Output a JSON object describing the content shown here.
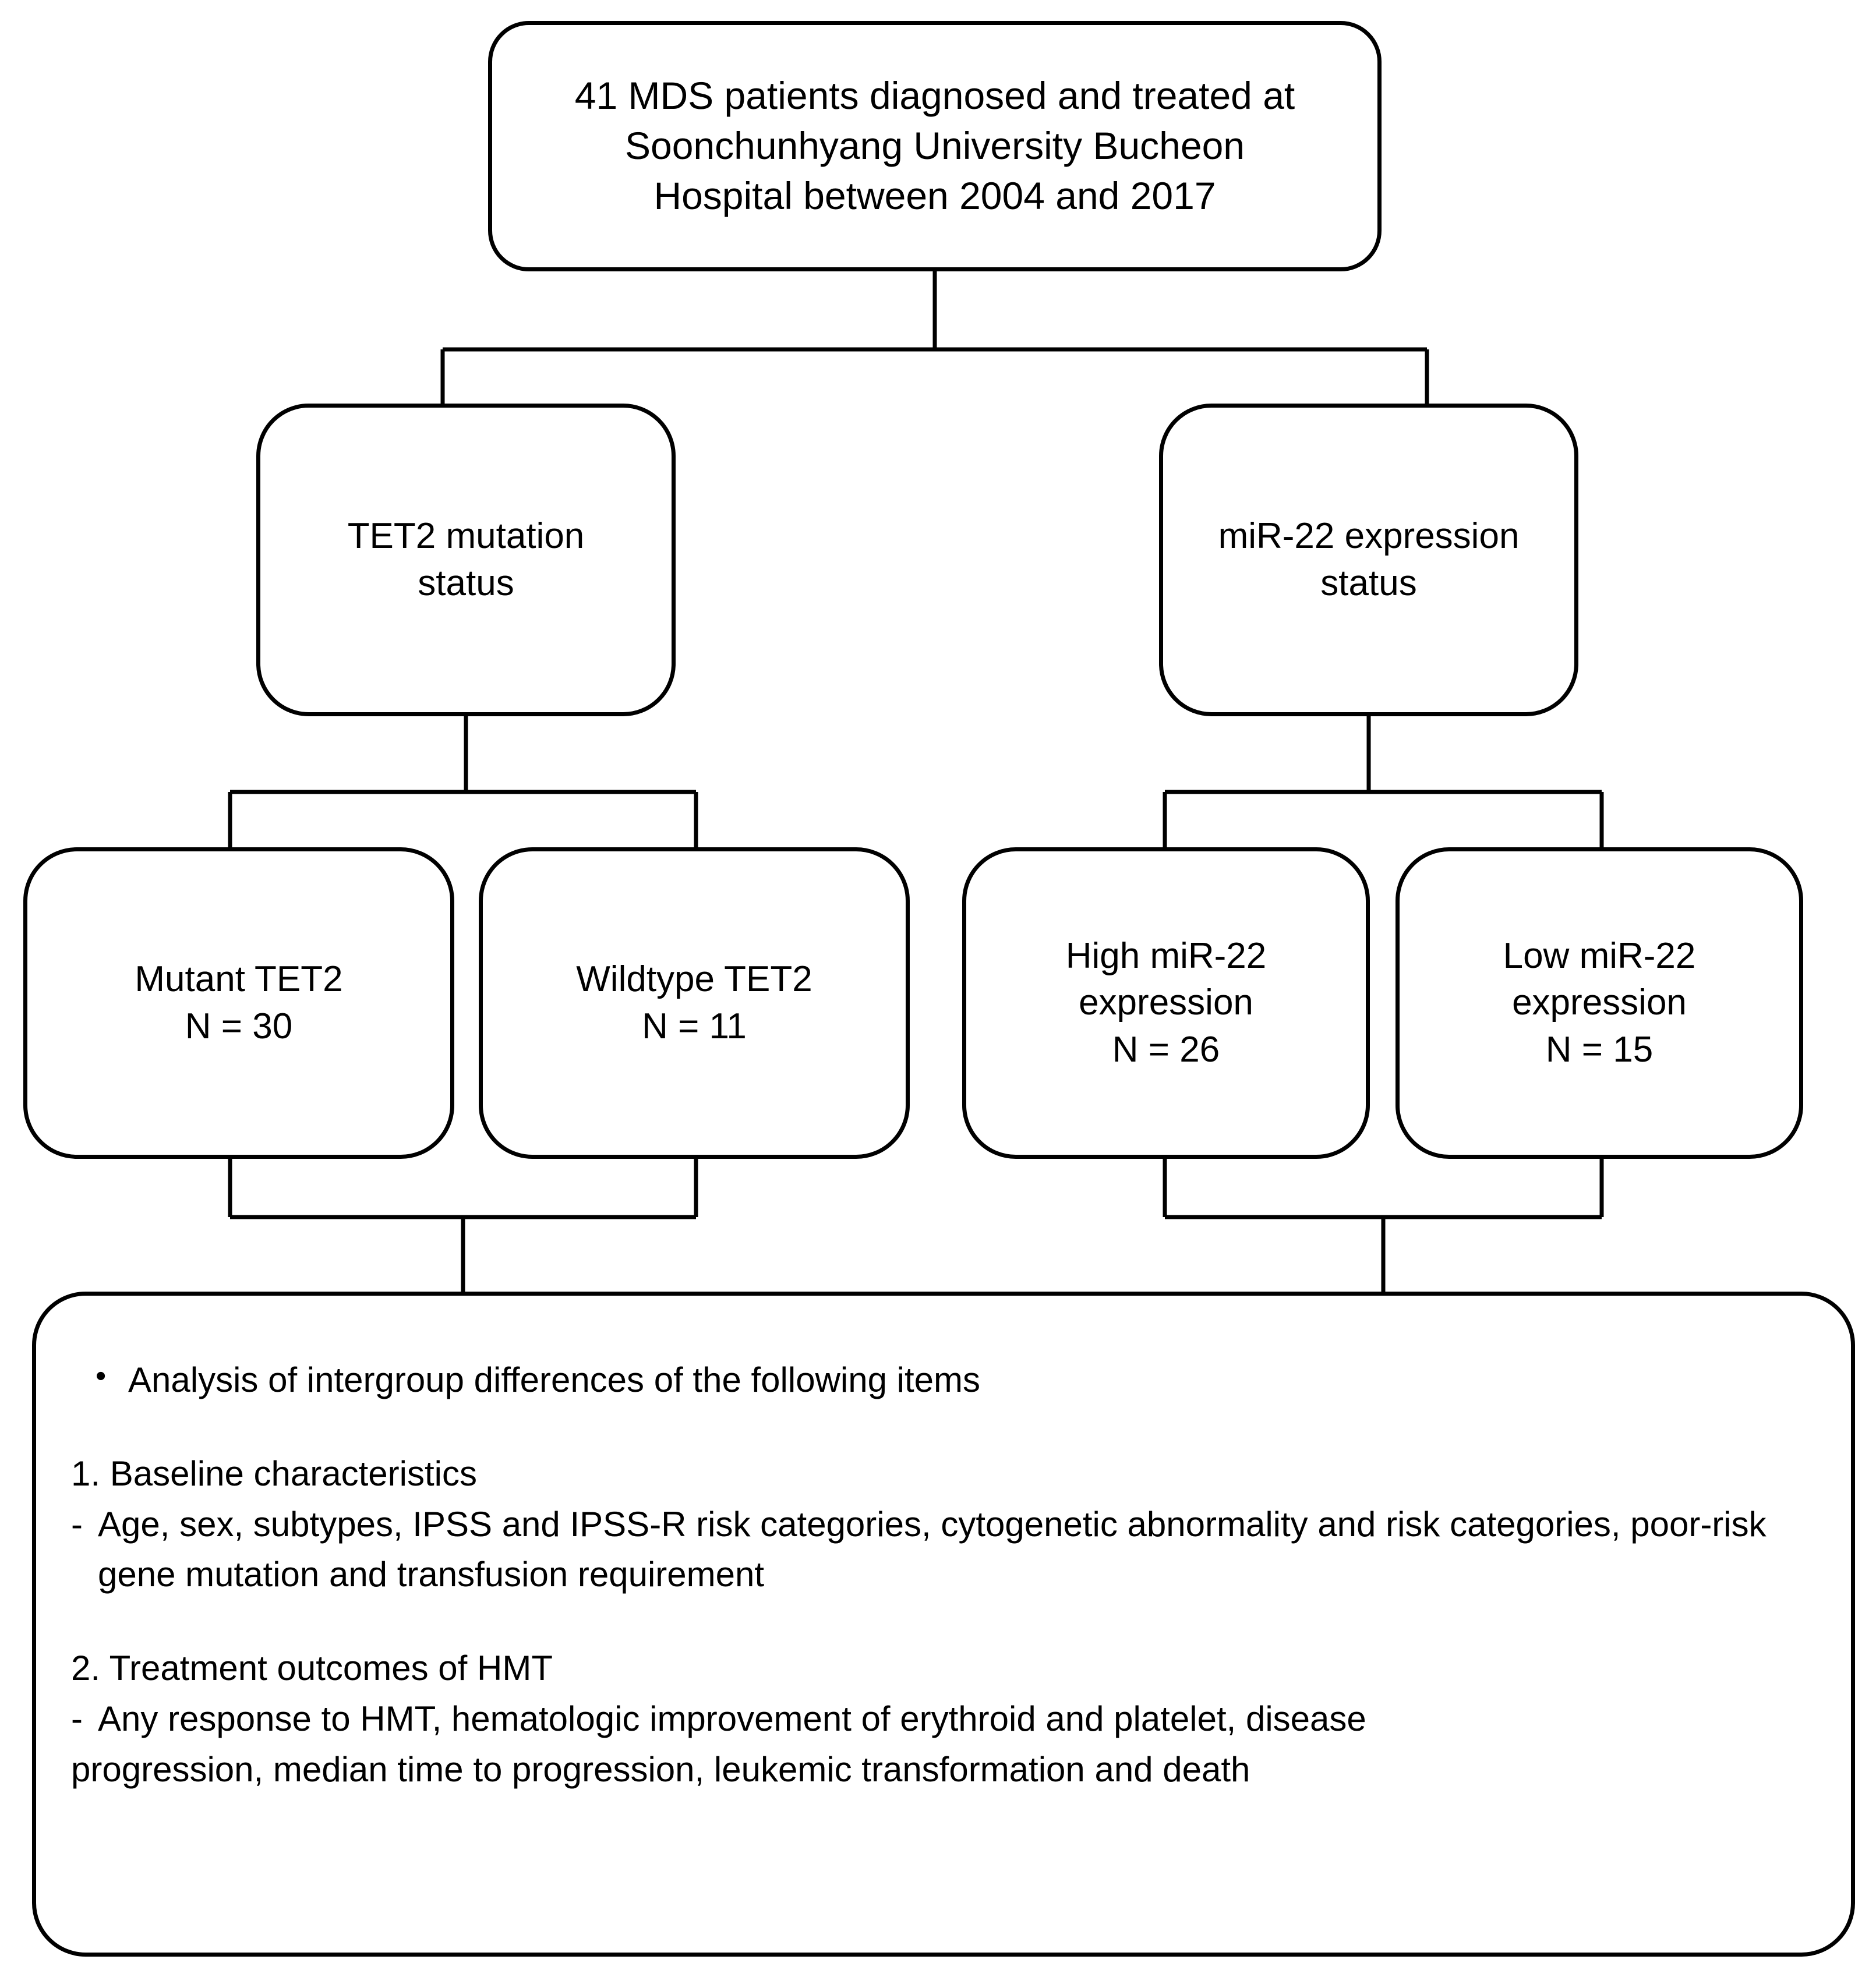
{
  "diagram": {
    "title_node": {
      "label": "41 MDS patients diagnosed and treated at\nSoonchunhyang University Bucheon\nHospital between 2004 and 2017"
    },
    "level2": [
      {
        "label": "TET2 mutation\nstatus"
      },
      {
        "label": "miR-22 expression\nstatus"
      }
    ],
    "level3": [
      {
        "label": "Mutant TET2\nN = 30"
      },
      {
        "label": "Wildtype TET2\nN = 11"
      },
      {
        "label": "High miR-22\nexpression\nN = 26"
      },
      {
        "label": "Low miR-22\nexpression\nN = 15"
      }
    ],
    "analysis": {
      "bullet_marker": "•",
      "bullet_text": "Analysis of intergroup differences of the following items",
      "section1_heading": "1. Baseline characteristics",
      "section1_dash": "-",
      "section1_text": "Age, sex, subtypes, IPSS and IPSS-R risk categories, cytogenetic abnormality and risk categories, poor-risk gene mutation and transfusion requirement",
      "section2_heading": "2. Treatment outcomes of HMT",
      "section2_dash": "-",
      "section2_text": "Any response to HMT, hematologic improvement of erythroid and platelet, disease",
      "section2_text_cont": "progression, median time to progression, leukemic transformation and death"
    },
    "colors": {
      "stroke": "#000000",
      "fill": "#ffffff",
      "text": "#000000"
    }
  }
}
